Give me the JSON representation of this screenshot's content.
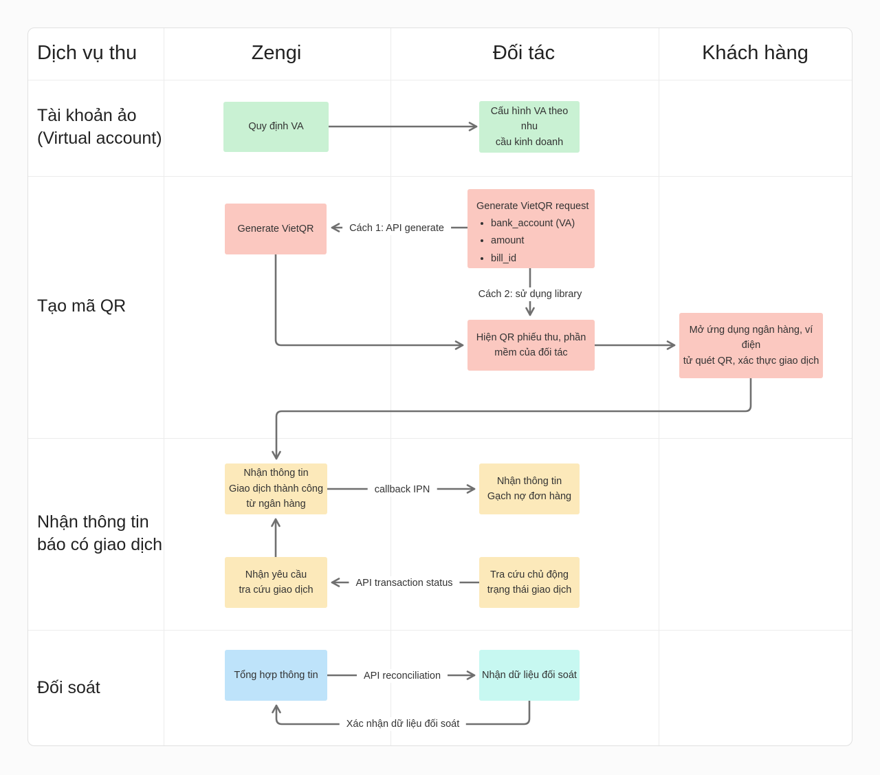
{
  "colors": {
    "arrow": "#6f6f6f",
    "grid": "#ececec",
    "border": "#e0e0e0",
    "text": "#323232",
    "green": "#c9f1d3",
    "pink": "#fbc8c0",
    "yellow": "#fce9ba",
    "blue": "#bee3fa",
    "cyan": "#c7f8f1"
  },
  "header": {
    "col_service": "Dịch vụ thu",
    "col_zengi": "Zengi",
    "col_partner": "Đối tác",
    "col_customer": "Khách hàng"
  },
  "rows": {
    "virtual_account": "Tài khoản ảo\n(Virtual account)",
    "create_qr": "Tạo mã QR",
    "payment_notice": "Nhận thông tin\nbáo có giao dịch",
    "reconciliation": "Đối soát"
  },
  "boxes": {
    "quy_dinh_va": "Quy định VA",
    "cau_hinh_va": "Cấu hình VA theo nhu\ncầu kinh doanh",
    "generate_vietqr": "Generate VietQR",
    "generate_vietqr_request": {
      "title": "Generate VietQR request",
      "bullets": [
        "bank_account (VA)",
        "amount",
        "bill_id"
      ]
    },
    "hien_qr": "Hiện QR phiếu thu, phần\nmềm của đối tác",
    "mo_ung_dung": "Mở ứng dụng ngân hàng, ví điện\ntử quét QR, xác thực giao dịch",
    "nhan_thong_tin_gd": "Nhận thông tin\nGiao dịch thành công\ntừ ngân hàng",
    "nhan_thong_tin_gach_no": "Nhận thông tin\nGạch nợ đơn hàng",
    "nhan_yeu_cau": "Nhận yêu cầu\ntra cứu giao dịch",
    "tra_cuu_chu_dong": "Tra cứu chủ động\ntrạng thái giao dịch",
    "tong_hop": "Tổng hợp thông tin",
    "nhan_du_lieu": "Nhận dữ liệu đối soát"
  },
  "arrow_labels": {
    "cach_1": "Cách 1: API generate",
    "cach_2": "Cách 2: sử dụng library",
    "callback_ipn": "callback IPN",
    "api_transaction_status": "API transaction status",
    "api_reconciliation": "API reconciliation",
    "xac_nhan": "Xác nhận dữ liệu đối soát"
  }
}
